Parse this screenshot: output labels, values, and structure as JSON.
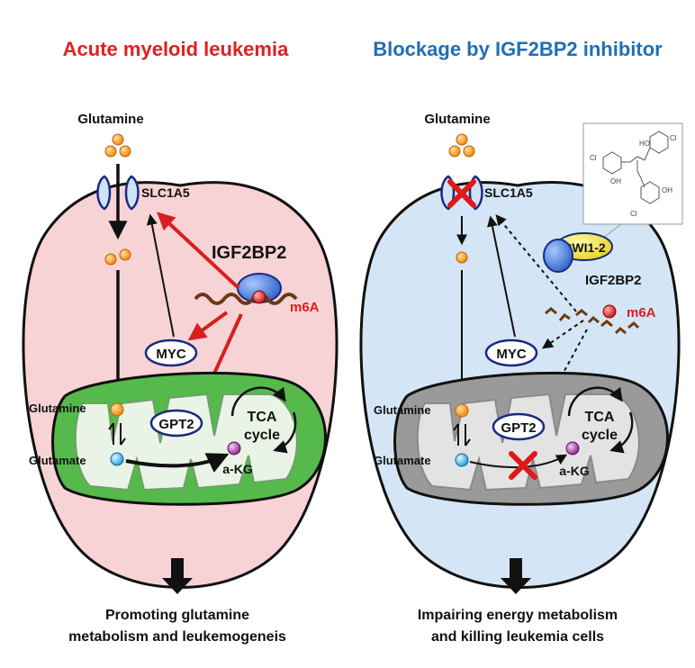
{
  "left_panel": {
    "title": "Acute myeloid leukemia",
    "title_color": "#e02020",
    "cell_color": "#f7d3d6",
    "mito_color": "#56b94b",
    "glutamine_top": "Glutamine",
    "transporter": "SLC1A5",
    "reader": "IGF2BP2",
    "mark": "m6A",
    "myc": "MYC",
    "gpt2": "GPT2",
    "tca_line1": "TCA",
    "tca_line2": "cycle",
    "mito_glutamine": "Glutamine",
    "mito_glutamate": "Glutamate",
    "akg": "a-KG",
    "outcome_line1": "Promoting glutamine",
    "outcome_line2": "metabolism and leukemogeneis"
  },
  "right_panel": {
    "title": "Blockage by IGF2BP2 inhibitor",
    "title_color": "#1f6fb5",
    "cell_color": "#d4e6f5",
    "mito_color": "#9a9a9a",
    "glutamine_top": "Glutamine",
    "transporter": "SLC1A5",
    "inhibitor": "CWI1-2",
    "reader": "IGF2BP2",
    "mark": "m6A",
    "myc": "MYC",
    "gpt2": "GPT2",
    "tca_line1": "TCA",
    "tca_line2": "cycle",
    "mito_glutamine": "Glutamine",
    "mito_glutamate": "Glutamate",
    "akg": "a-KG",
    "outcome_line1": "Impairing energy metabolism",
    "outcome_line2": "and killing leukemia cells",
    "structure_oh1": "HO",
    "structure_cl1": "Cl",
    "structure_cl2": "Cl",
    "structure_oh2": "OH",
    "structure_cl3": "Cl",
    "structure_oh3": "OH"
  }
}
